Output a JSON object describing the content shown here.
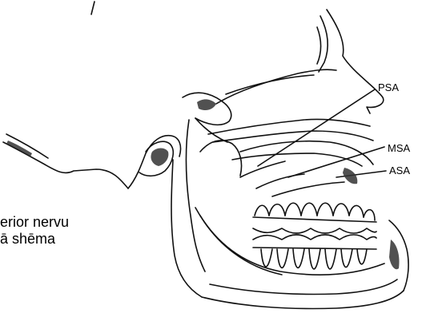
{
  "labels": {
    "psa": "PSA",
    "msa": "MSA",
    "asa": "ASA"
  },
  "caption": {
    "line1": "erior nervu",
    "line2": "ā shēma"
  },
  "colors": {
    "ink": "#000000",
    "background": "#ffffff"
  }
}
